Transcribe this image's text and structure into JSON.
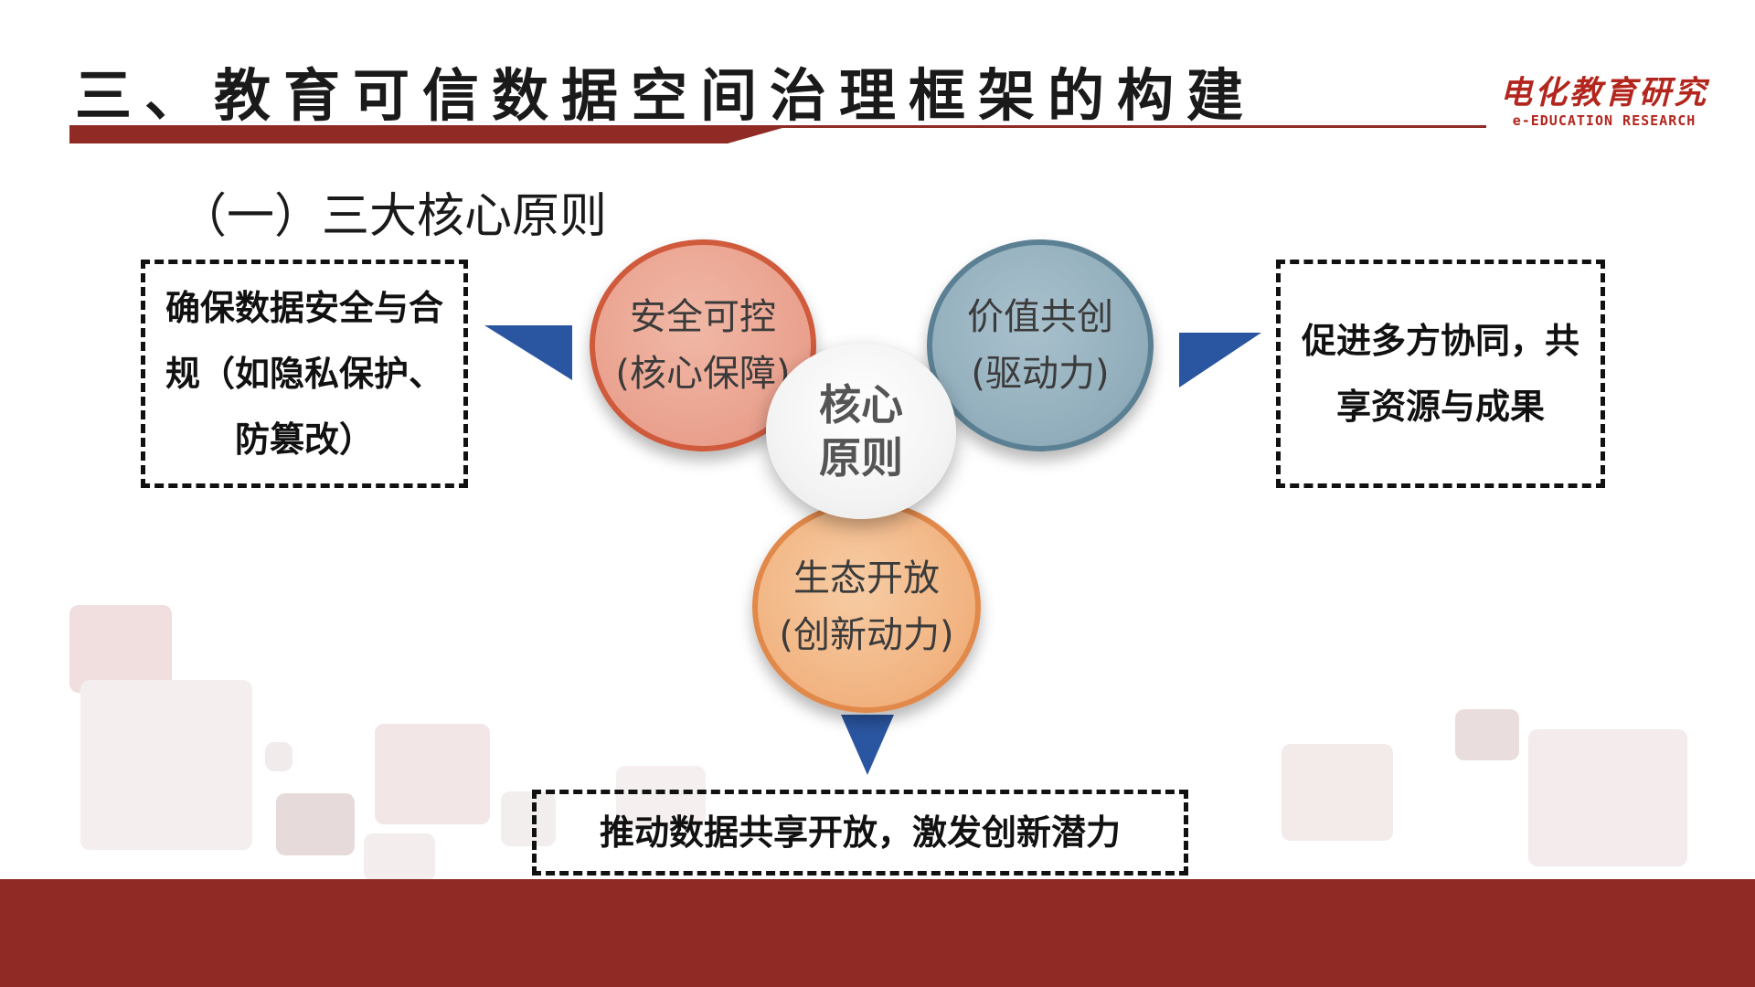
{
  "header": {
    "title": "三、教育可信数据空间治理框架的构建",
    "logo_cn": "电化教育研究",
    "logo_en": "e-EDUCATION RESEARCH"
  },
  "subtitle": "（一）三大核心原则",
  "diagram": {
    "center": {
      "line1": "核心",
      "line2": "原则"
    },
    "circles": {
      "safe": {
        "line1": "安全可控",
        "line2": "(核心保障)"
      },
      "value": {
        "line1": "价值共创",
        "line2": "(驱动力)"
      },
      "eco": {
        "line1": "生态开放",
        "line2": "(创新动力)"
      }
    },
    "boxes": {
      "left": "确保数据安全与合规（如隐私保护、防篡改）",
      "right": "促进多方协同，共享资源与成果",
      "bottom": "推动数据共享开放，激发创新潜力"
    }
  },
  "colors": {
    "brand_red": "#8f2b24",
    "logo_red": "#b3261e",
    "arrow_blue": "#2a55a0",
    "safe_fill": "#e9a08d",
    "value_fill": "#91adbb",
    "eco_fill": "#f1b27f"
  }
}
